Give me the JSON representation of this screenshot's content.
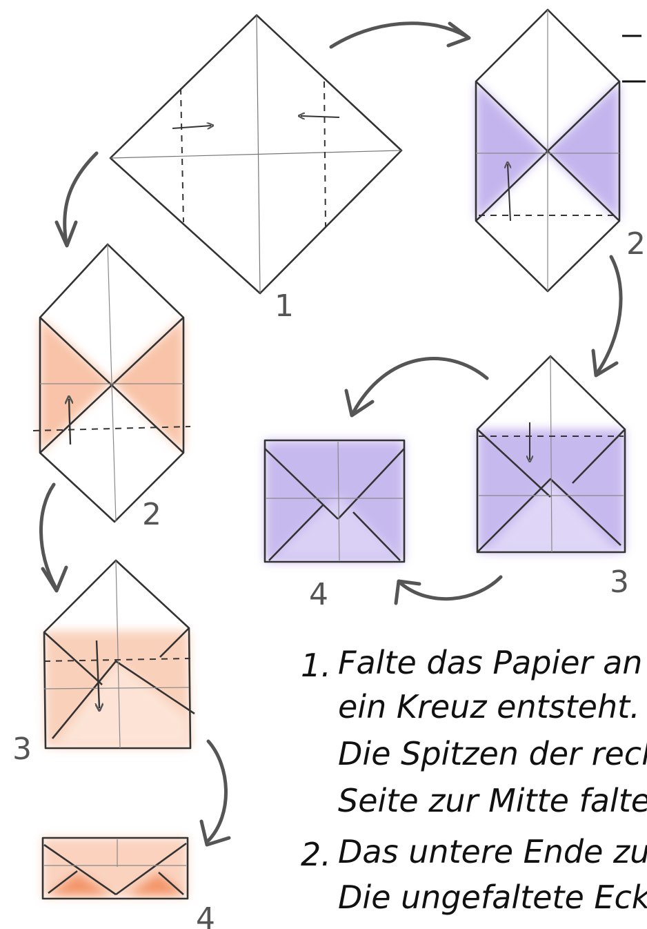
{
  "colors": {
    "line": "#333333",
    "arrow": "#555555",
    "purple": "#b9a8ea",
    "purple_dark": "#9a86df",
    "orange": "#f7b593",
    "orange_dark": "#f28a5a"
  },
  "labels": {
    "step1": "1",
    "purple_step2": "2",
    "purple_step3": "3",
    "purple_step4": "4",
    "orange_step2": "2",
    "orange_step3": "3",
    "orange_step4": "4"
  },
  "instructions": {
    "n1": "1.",
    "line1": "Falte das Papier an d",
    "line2": "ein Kreuz entsteht.",
    "line3": "Die Spitzen der recht",
    "line4": "Seite zur Mitte falten",
    "n2": "2.",
    "line5": "Das untere Ende zur",
    "line6": "Die ungefaltete Ecke auf"
  }
}
